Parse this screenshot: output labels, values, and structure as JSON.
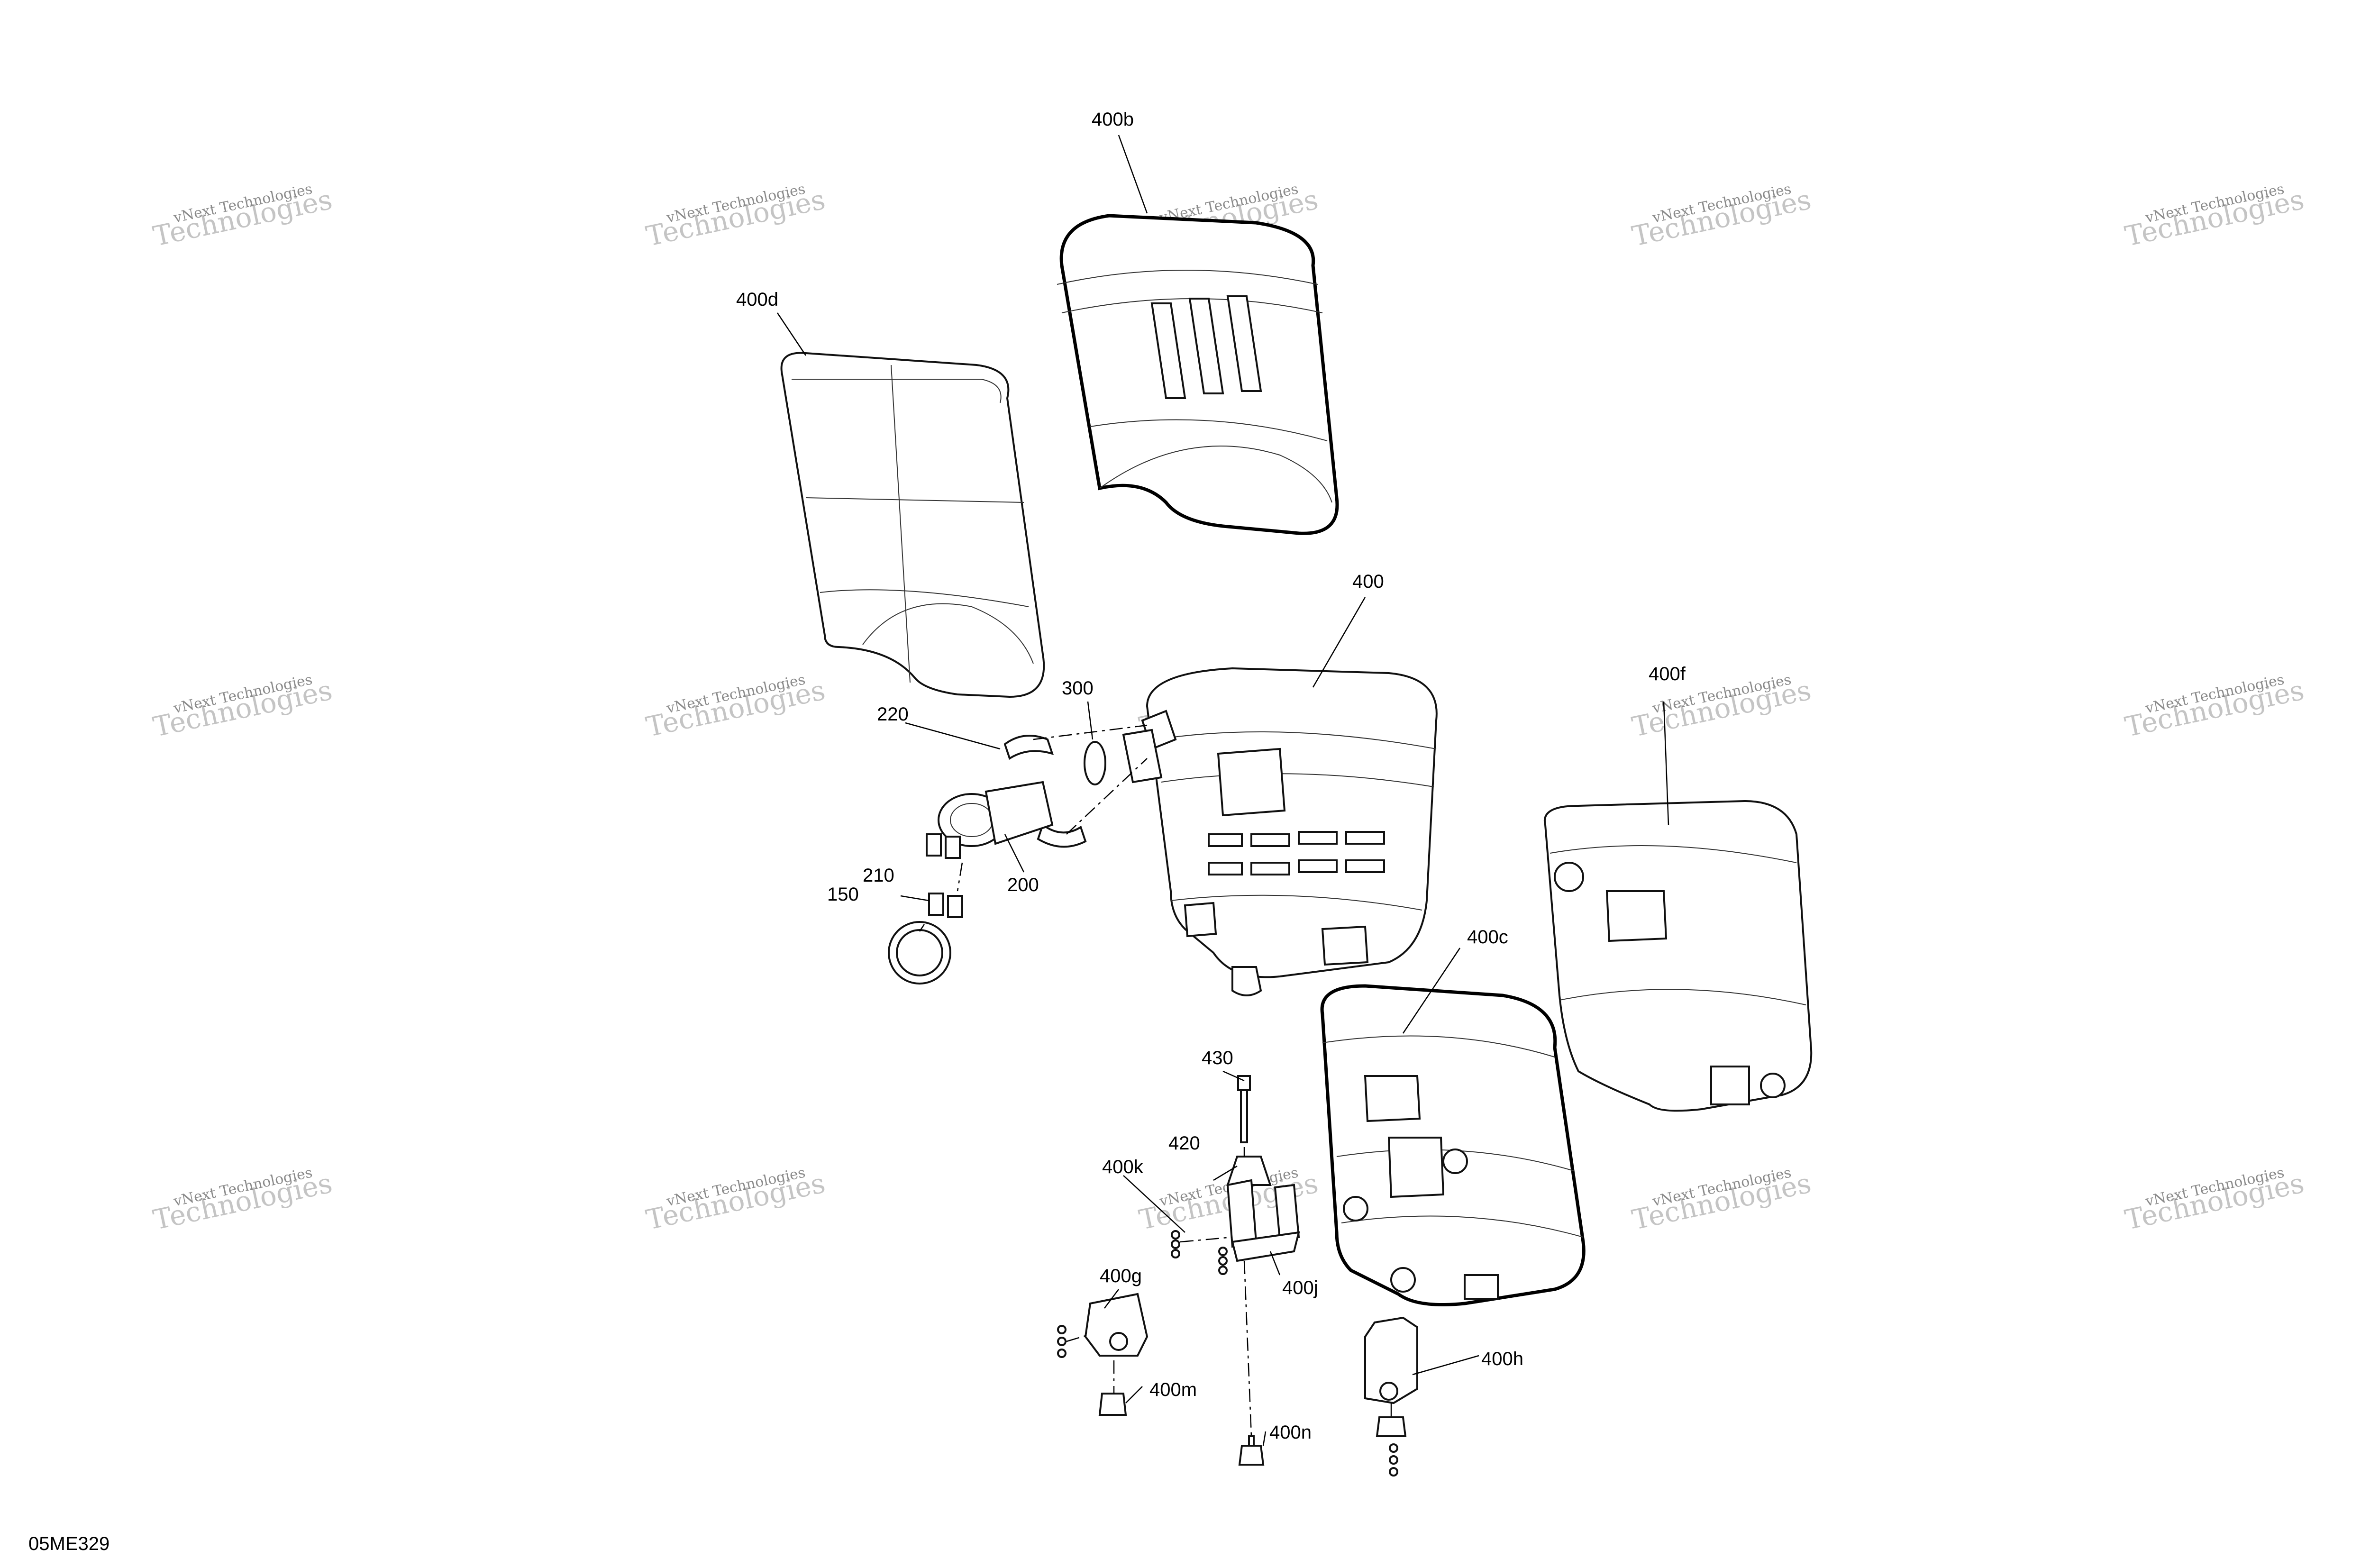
{
  "drawing_id": "05ME329",
  "watermark": {
    "line1": "vNext Technologies",
    "line2": "Technologies",
    "prefix": "vNext"
  },
  "callouts": {
    "c400b": "400b",
    "c400d": "400d",
    "c400": "400",
    "c400f": "400f",
    "c300": "300",
    "c220": "220",
    "c200": "200",
    "c210": "210",
    "c150": "150",
    "c400c": "400c",
    "c430": "430",
    "c420": "420",
    "c400k": "400k",
    "c400j": "400j",
    "c400g": "400g",
    "c400h": "400h",
    "c400m": "400m",
    "c400n": "400n"
  }
}
